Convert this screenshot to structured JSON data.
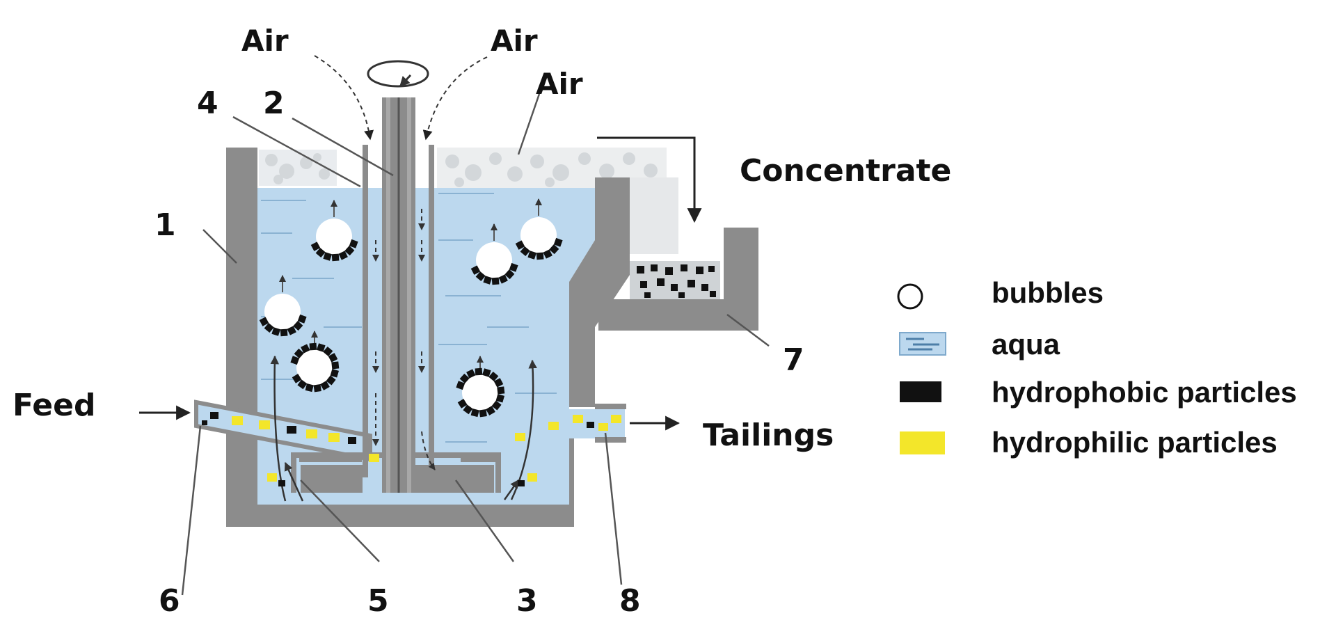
{
  "labels": {
    "air_left": "Air",
    "air_right": "Air",
    "air_top": "Air",
    "concentrate": "Concentrate",
    "feed": "Feed",
    "tailings": "Tailings"
  },
  "numbers": {
    "n1": "1",
    "n2": "2",
    "n3": "3",
    "n4": "4",
    "n5": "5",
    "n6": "6",
    "n7": "7",
    "n8": "8"
  },
  "legend": {
    "bubbles": "bubbles",
    "aqua": "aqua",
    "hydrophobic": "hydrophobic particles",
    "hydrophilic": "hydrophilic particles"
  },
  "colors": {
    "wall": "#8c8c8c",
    "water": "#bcd8ee",
    "hydrophobic": "#111111",
    "hydrophilic": "#f3e62a",
    "bubble": "#ffffff"
  }
}
